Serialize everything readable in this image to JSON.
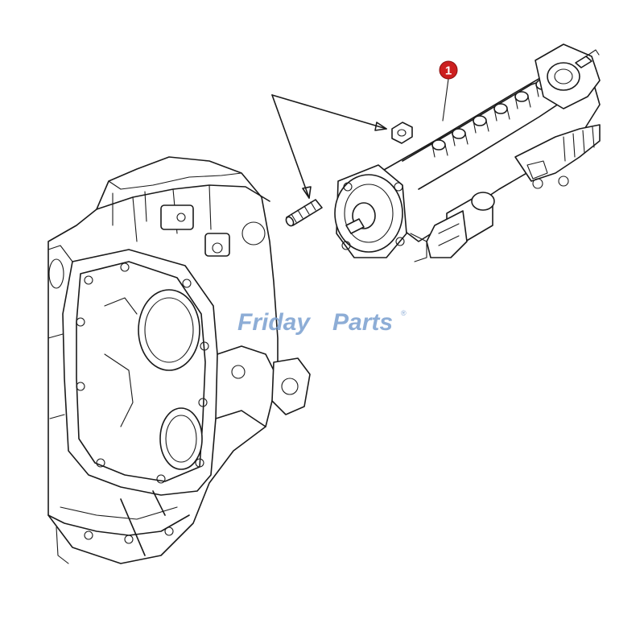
{
  "diagram": {
    "callouts": [
      {
        "label": "1",
        "part": "fuel injection pump"
      }
    ],
    "parts": [
      "engine-block",
      "timing-gear-housing",
      "fuel-injection-pump",
      "stud",
      "nut"
    ]
  },
  "watermark": {
    "text_part1": "Friday",
    "text_part2": "Parts",
    "mark": "®",
    "color_part1": "#7a9fcf",
    "color_part2": "#7a9fcf",
    "accent_color": "#e8a23a"
  },
  "colors": {
    "callout_fill": "#cc1f1f",
    "line": "#1a1a1a"
  }
}
